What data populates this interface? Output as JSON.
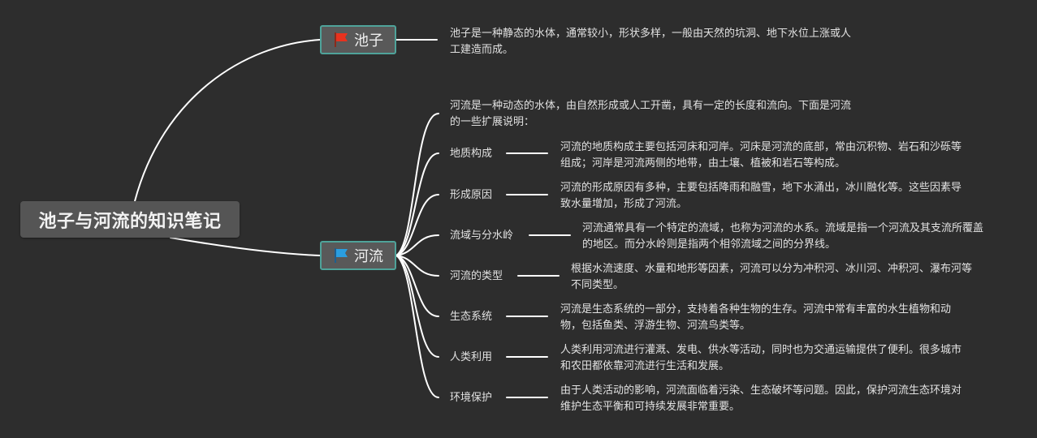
{
  "root": {
    "title": "池子与河流的知识笔记"
  },
  "pond": {
    "label": "池子",
    "flag_color": "#e8321e",
    "description": "池子是一种静态的水体，通常较小，形状多样，一般由天然的坑洞、地下水位上涨或人工建造而成。"
  },
  "river": {
    "label": "河流",
    "flag_color": "#2a9ee0",
    "intro": "河流是一种动态的水体，由自然形成或人工开凿，具有一定的长度和流向。下面是河流的一些扩展说明：",
    "topics": [
      {
        "label": "地质构成",
        "text": "河流的地质构成主要包括河床和河岸。河床是河流的底部，常由沉积物、岩石和沙砾等组成；河岸是河流两侧的地带，由土壤、植被和岩石等构成。"
      },
      {
        "label": "形成原因",
        "text": "河流的形成原因有多种，主要包括降雨和融雪，地下水涌出，冰川融化等。这些因素导致水量增加，形成了河流。"
      },
      {
        "label": "流域与分水岭",
        "text": "河流通常具有一个特定的流域，也称为河流的水系。流域是指一个河流及其支流所覆盖的地区。而分水岭则是指两个相邻流域之间的分界线。"
      },
      {
        "label": "河流的类型",
        "text": "根据水流速度、水量和地形等因素，河流可以分为冲积河、冰川河、冲积河、瀑布河等不同类型。"
      },
      {
        "label": "生态系统",
        "text": "河流是生态系统的一部分，支持着各种生物的生存。河流中常有丰富的水生植物和动物，包括鱼类、浮游生物、河流鸟类等。"
      },
      {
        "label": "人类利用",
        "text": "人类利用河流进行灌溉、发电、供水等活动，同时也为交通运输提供了便利。很多城市和农田都依靠河流进行生活和发展。"
      },
      {
        "label": "环境保护",
        "text": "由于人类活动的影响，河流面临着污染、生态破坏等问题。因此，保护河流生态环境对维护生态平衡和可持续发展非常重要。"
      }
    ]
  }
}
